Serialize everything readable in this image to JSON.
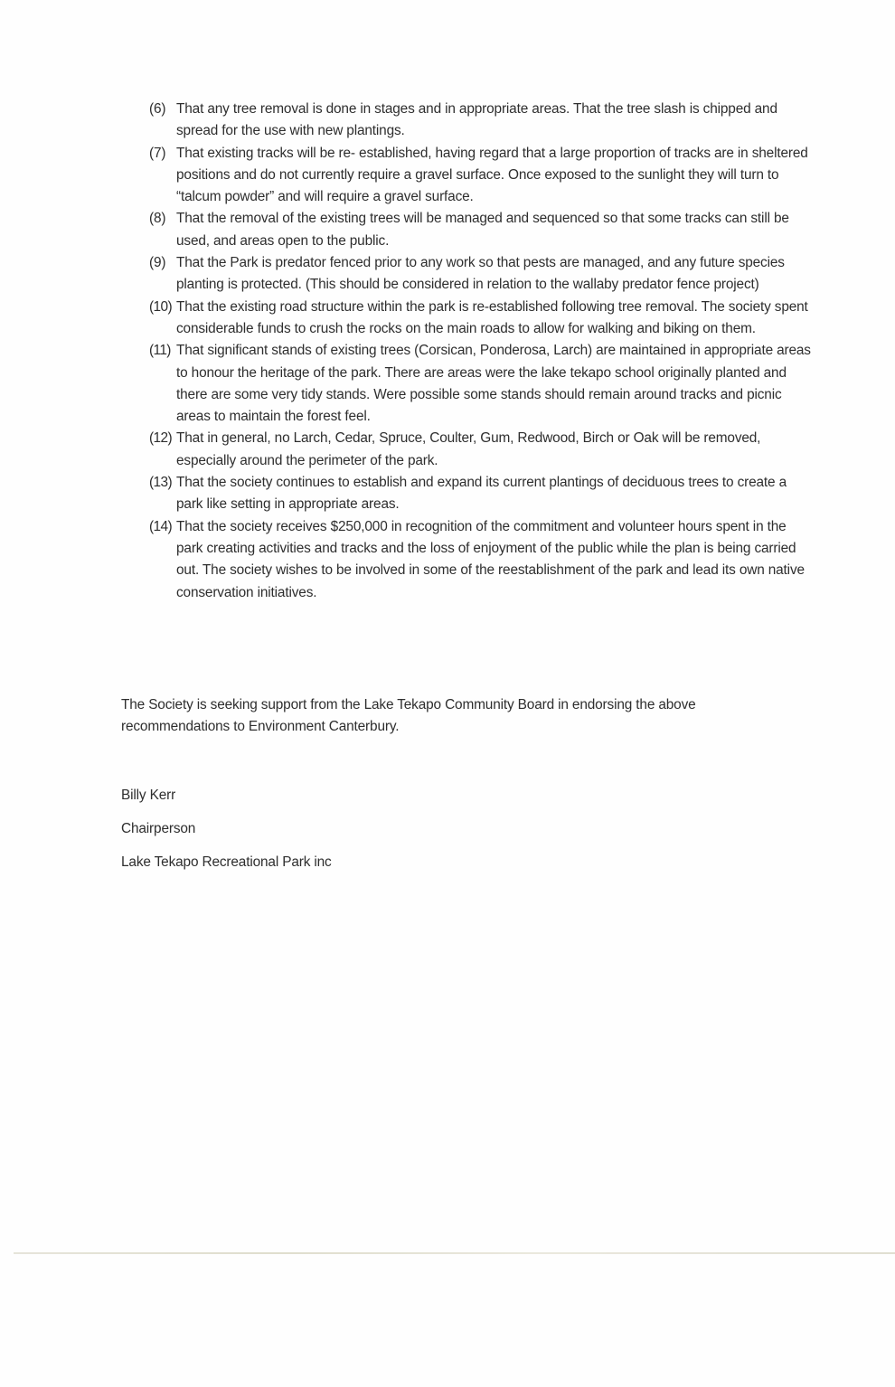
{
  "document": {
    "recommendations": [
      {
        "number": "(6)",
        "text": "That any tree removal is done in stages and in appropriate areas. That the tree slash is chipped and spread for the use with new plantings."
      },
      {
        "number": "(7)",
        "text": "That existing tracks will be re- established, having regard that a large proportion of tracks are in sheltered positions and do not currently require a gravel surface. Once exposed to the sunlight they will turn to “talcum powder” and will require a gravel surface."
      },
      {
        "number": "(8)",
        "text": "That the removal of the existing trees will be managed and sequenced so that some tracks can still be used, and areas open to the public."
      },
      {
        "number": "(9)",
        "text": "That the Park is predator fenced prior to any work so that pests are managed, and any future species planting is protected. (This should be considered in relation to the wallaby predator fence project)"
      },
      {
        "number": "(10)",
        "text": "That the existing road structure within the park is re-established following tree removal. The society spent considerable funds to crush the rocks on the main roads to allow for walking and biking on them."
      },
      {
        "number": "(11)",
        "text": "That significant stands of existing trees (Corsican, Ponderosa, Larch) are maintained in appropriate areas to honour the heritage of the park. There are areas were the lake tekapo school originally planted and there are some very tidy stands. Were possible some stands should remain around tracks and picnic areas to maintain the forest feel."
      },
      {
        "number": "(12)",
        "text": "That in general, no Larch, Cedar, Spruce, Coulter, Gum, Redwood, Birch or Oak will be removed, especially around the perimeter of the park."
      },
      {
        "number": "(13)",
        "text": "That the society continues to establish and expand its current plantings of deciduous trees to create a park like setting in appropriate areas."
      },
      {
        "number": "(14)",
        "text": "That the society receives $250,000 in recognition of the commitment and volunteer hours spent in the park creating activities and tracks and the loss of enjoyment of the public while the plan is being carried out. The society wishes to be involved in some of the reestablishment of the park and lead its own native conservation initiatives."
      }
    ],
    "closing_paragraph": "The Society is seeking support from the Lake Tekapo Community Board in endorsing the above recommendations to Environment Canterbury.",
    "signature": {
      "name": "Billy Kerr",
      "title": "Chairperson",
      "organization": "Lake Tekapo Recreational Park inc"
    }
  }
}
